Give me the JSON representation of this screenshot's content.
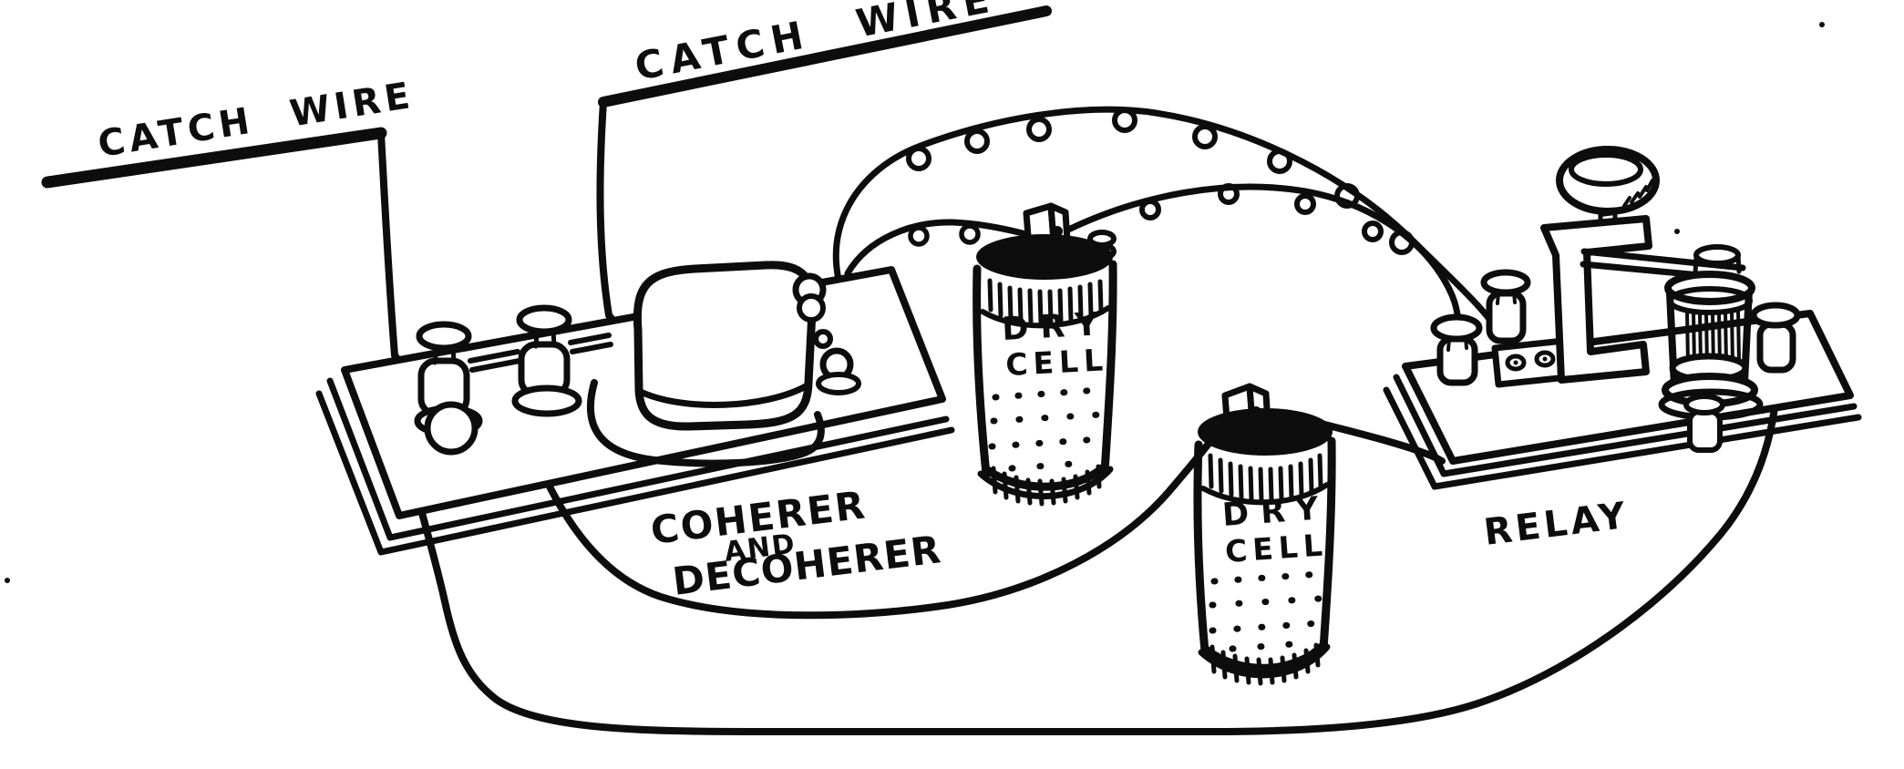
{
  "labels": {
    "catch_wire_left": "CATCH WIRE",
    "catch_wire_top": "CATCH WIRE",
    "coherer_line1": "COHERER",
    "coherer_line2": "AND",
    "coherer_line3": "DECOHERER",
    "dry_cell_1": {
      "line1": "DRY",
      "line2": "CELL"
    },
    "dry_cell_2": {
      "line1": "DRY",
      "line2": "CELL"
    },
    "relay": "RELAY"
  },
  "colors": {
    "ink": "#0d0d0d",
    "paper": "#ffffff"
  }
}
